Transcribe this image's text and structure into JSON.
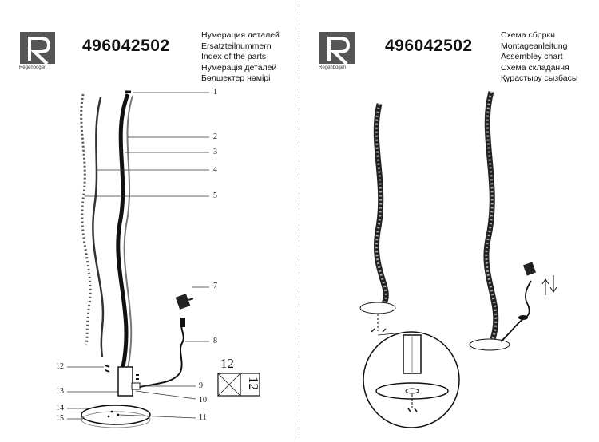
{
  "brand_name": "Regenbogen",
  "left": {
    "model": "496042502",
    "titles": [
      "Нумерация деталей",
      "Ersatzteilnummern",
      "Index of the parts",
      "Нумерація деталей",
      "Бөлшектер нөмірі"
    ],
    "part_numbers": [
      "1",
      "2",
      "3",
      "4",
      "5",
      "7",
      "8",
      "9",
      "10",
      "11",
      "12",
      "13",
      "14",
      "15"
    ],
    "box_size_top": "12",
    "box_size_side": "12"
  },
  "right": {
    "model": "496042502",
    "titles": [
      "Схема сборки",
      "Montageanleitung",
      "Assembley chart",
      "Схема складання",
      "Құрастыру сызбасы"
    ]
  }
}
